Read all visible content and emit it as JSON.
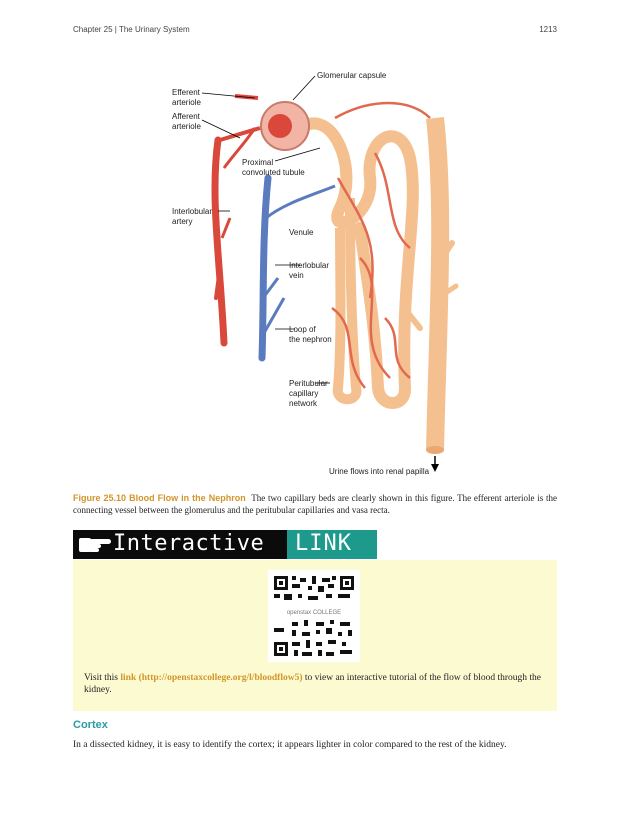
{
  "header": {
    "chapter": "Chapter 25 | The Urinary System",
    "page_number": "1213"
  },
  "figure": {
    "labels": {
      "glomerular_capsule": "Glomerular capsule",
      "efferent_arteriole": "Efferent\narteriole",
      "afferent_arteriole": "Afferent\narteriole",
      "proximal_tubule": "Proximal\nconvoluted tubule",
      "interlobular_artery": "Interlobular\nartery",
      "venule": "Venule",
      "interlobular_vein": "Interlobular\nvein",
      "loop": "Loop of\nthe nephron",
      "peritubular": "Peritubular\ncapillary\nnetwork",
      "urine": "Urine flows into renal papilla"
    },
    "colors": {
      "artery": "#d9483b",
      "vein": "#5b7bbf",
      "tubule": "#f5c08f",
      "capillary": "#e0694f"
    }
  },
  "caption": {
    "figure_label": "Figure 25.10 Blood Flow in the Nephron",
    "text": "The two capillary beds are clearly shown in this figure. The efferent arteriole is the connecting vessel between the glomerulus and the peritubular capillaries and vasa recta."
  },
  "banner": {
    "interactive": "Interactive",
    "link": "LINK"
  },
  "interactive_link": {
    "logo_text": "openstax COLLEGE",
    "text_before": "Visit this",
    "link_text": "link (http://openstaxcollege.org/l/bloodflow5)",
    "text_after": "to view an interactive tutorial of the flow of blood through the kidney."
  },
  "section": {
    "title": "Cortex",
    "body": "In a dissected kidney, it is easy to identify the cortex; it appears lighter in color compared to the rest of the kidney."
  }
}
